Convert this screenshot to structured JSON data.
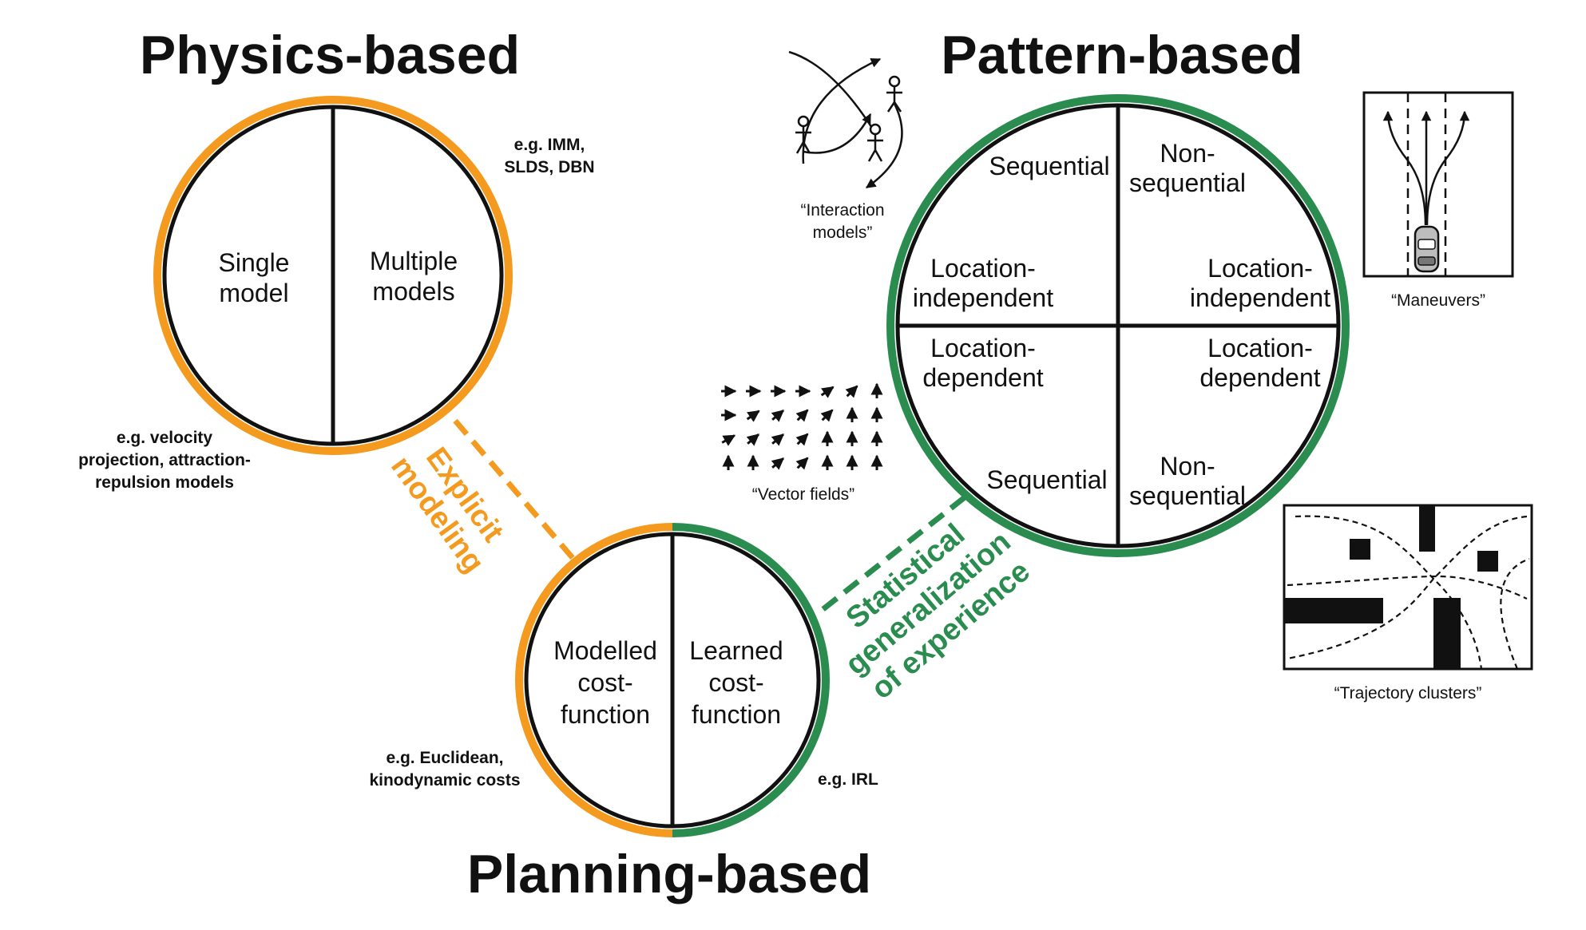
{
  "colors": {
    "explicit": "#f39a1f",
    "statistical": "#2a8c4f",
    "ink": "#111111"
  },
  "physics": {
    "title": "Physics-based",
    "left_line1": "Single",
    "left_line2": "model",
    "right_line1": "Multiple",
    "right_line2": "models",
    "note_top_line1": "e.g. IMM,",
    "note_top_line2": "SLDS, DBN",
    "note_bottom_line1": "e.g. velocity",
    "note_bottom_line2": "projection, attraction-",
    "note_bottom_line3": "repulsion models"
  },
  "planning": {
    "title": "Planning-based",
    "left_line1": "Modelled",
    "left_line2": "cost-",
    "left_line3": "function",
    "right_line1": "Learned",
    "right_line2": "cost-",
    "right_line3": "function",
    "note_left_line1": "e.g. Euclidean,",
    "note_left_line2": "kinodynamic costs",
    "note_right": "e.g. IRL"
  },
  "pattern": {
    "title": "Pattern-based",
    "q1": "Sequential",
    "q2_line1": "Non-",
    "q2_line2": "sequential",
    "q3_line1": "Location-",
    "q3_line2": "independent",
    "q4_line1": "Location-",
    "q4_line2": "independent",
    "q5_line1": "Location-",
    "q5_line2": "dependent",
    "q6_line1": "Location-",
    "q6_line2": "dependent",
    "q7": "Sequential",
    "q8_line1": "Non-",
    "q8_line2": "sequential"
  },
  "links": {
    "explicit_line1": "Explicit",
    "explicit_line2": "modeling",
    "statistical_line1": "Statistical",
    "statistical_line2": "generalization",
    "statistical_line3": "of experience"
  },
  "illustrations": {
    "interaction_line1": "“Interaction",
    "interaction_line2": "models”",
    "vector_fields": "“Vector fields”",
    "maneuvers": "“Maneuvers”",
    "trajectory_clusters": "“Trajectory clusters”"
  }
}
